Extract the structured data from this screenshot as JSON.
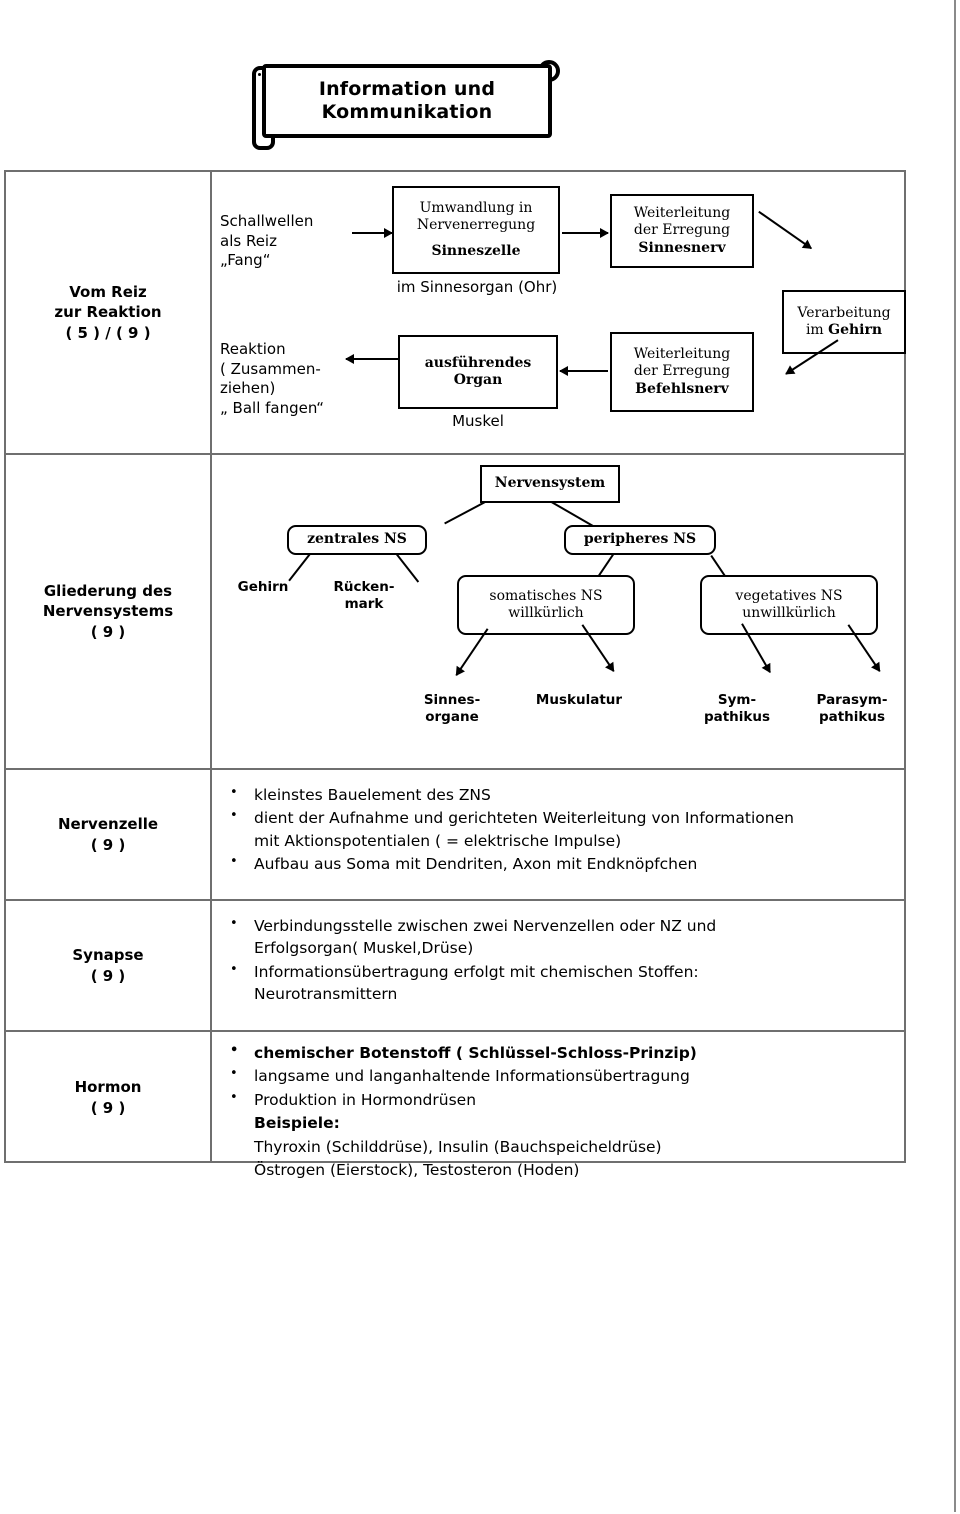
{
  "banner": {
    "title": "Information und\nKommunikation"
  },
  "table": {
    "rows": [
      {
        "label": "Vom Reiz\nzur Reaktion\n( 5 ) / ( 9 )",
        "kind": "flow-diagram",
        "diagram": {
          "stimulus_text": "Schallwellen\nals Reiz\n„Fang“",
          "stimulus_bold_word": "Reiz",
          "reaction_text": "Reaktion\n( Zusammen-\nziehen)\n„ Ball fangen“",
          "sense_cell_box": {
            "line1": "Umwandlung in",
            "line2": "Nervenerregung",
            "bold": "Sinneszelle"
          },
          "sense_organ_caption": "im Sinnesorgan (Ohr)",
          "sensory_nerve_box": {
            "line1": "Weiterleitung",
            "line2": "der Erregung",
            "bold": "Sinnesnerv"
          },
          "brain_box": {
            "line1": "Verarbeitung",
            "line2": "im ",
            "bold": "Gehirn"
          },
          "command_nerve_box": {
            "line1": "Weiterleitung",
            "line2": "der Erregung",
            "bold": "Befehlsnerv"
          },
          "effector_box": {
            "bold1": "ausführendes",
            "bold2": "Organ"
          },
          "effector_caption": "Muskel"
        }
      },
      {
        "label": "Gliederung des\nNervensystems\n( 9 )",
        "kind": "hierarchy",
        "hierarchy": {
          "root": "Nervensystem",
          "level2": [
            "zentrales NS",
            "peripheres NS"
          ],
          "zns_children": [
            "Gehirn",
            "Rücken-\nmark"
          ],
          "pns_children": [
            "somatisches NS\nwillkürlich",
            "vegetatives NS\nunwillkürlich"
          ],
          "somatic_leaves": [
            "Sinnes-\norgane",
            "Muskulatur"
          ],
          "vegetative_leaves": [
            "Sym-\npathikus",
            "Parasym-\npathikus"
          ]
        }
      },
      {
        "label": "Nervenzelle\n( 9 )",
        "kind": "bullets",
        "bullets": [
          {
            "text": "kleinstes Bauelement des ZNS",
            "bullet": true,
            "bold": false
          },
          {
            "text": "dient der Aufnahme und gerichteten Weiterleitung von Informationen\nmit Aktionspotentialen ( = elektrische Impulse)",
            "bullet": true,
            "bold": false
          },
          {
            "text": "Aufbau aus Soma mit Dendriten, Axon mit Endknöpfchen",
            "bullet": true,
            "bold": false
          }
        ]
      },
      {
        "label": "Synapse\n( 9 )",
        "kind": "bullets",
        "bullets": [
          {
            "text": "Verbindungsstelle zwischen zwei Nervenzellen oder NZ und\nErfolgsorgan( Muskel,Drüse)",
            "bullet": true,
            "bold": false
          },
          {
            "text": "Informationsübertragung erfolgt mit chemischen Stoffen:\nNeurotransmittern",
            "bullet": true,
            "bold": false
          }
        ]
      },
      {
        "label": "Hormon\n( 9 )",
        "kind": "bullets",
        "bullets": [
          {
            "text": "chemischer Botenstoff ( Schlüssel-Schloss-Prinzip)",
            "bullet": true,
            "bold": true
          },
          {
            "text": "langsame und langanhaltende Informationsübertragung",
            "bullet": true,
            "bold": false
          },
          {
            "text": "Produktion in Hormondrüsen",
            "bullet": true,
            "bold": false
          },
          {
            "text": "Beispiele:",
            "bullet": false,
            "bold": true
          },
          {
            "text": "Thyroxin (Schilddrüse), Insulin (Bauchspeicheldrüse)",
            "bullet": false,
            "bold": false
          },
          {
            "text": "Östrogen (Eierstock), Testosteron (Hoden)",
            "bullet": false,
            "bold": false
          }
        ]
      }
    ]
  }
}
